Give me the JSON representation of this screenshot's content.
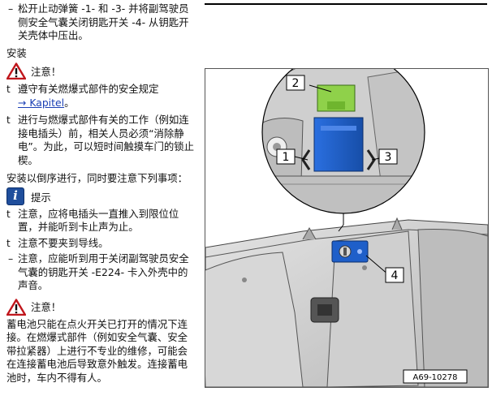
{
  "text": {
    "step_release": "松开止动弹簧 -1- 和 -3- 并将副驾驶员侧安全气囊关闭钥匙开关 -4- 从钥匙开关壳体中压出。",
    "heading_install": "安装",
    "caution_label": "注意！",
    "bullet_symbol": "t",
    "dash_symbol": "–",
    "caution_1_line1": "遵守有关燃爆式部件的安全规定",
    "caution_1_link": "→ Kapitel",
    "caution_1_end": "。",
    "caution_2": "进行与燃爆式部件有关的工作（例如连接电插头）前，相关人员必须“消除静电”。为此，可以短时间触摸车门的锁止楔。",
    "install_reverse": "安装以倒序进行，同时要注意下列事项：",
    "tip_label": "提示",
    "tip_icon_glyph": "i",
    "note_1": "注意，应将电插头一直推入到限位位置，并能听到卡止声为止。",
    "note_2": "注意不要夹到导线。",
    "note_3": "注意，应能听到用于关闭副驾驶员安全气囊的钥匙开关 -E224- 卡入外壳中的声音。",
    "battery_caution": "蓄电池只能在点火开关已打开的情况下连接。在燃爆式部件（例如安全气囊、安全带拉紧器）上进行不专业的维修，可能会在连接蓄电池后导致意外触发。连接蓄电池时，车内不得有人。"
  },
  "figure": {
    "callouts": [
      "2",
      "1",
      "3",
      "4"
    ],
    "figure_id": "A69-10278"
  },
  "colors": {
    "warning_red": "#c0161c",
    "tip_blue": "#1f4e9c",
    "switch_blue": "#1f5fc9",
    "connector_green": "#8fd14a",
    "housing_gray": "#c9c9c9"
  },
  "icons": [
    "warning-triangle-icon",
    "info-icon"
  ]
}
